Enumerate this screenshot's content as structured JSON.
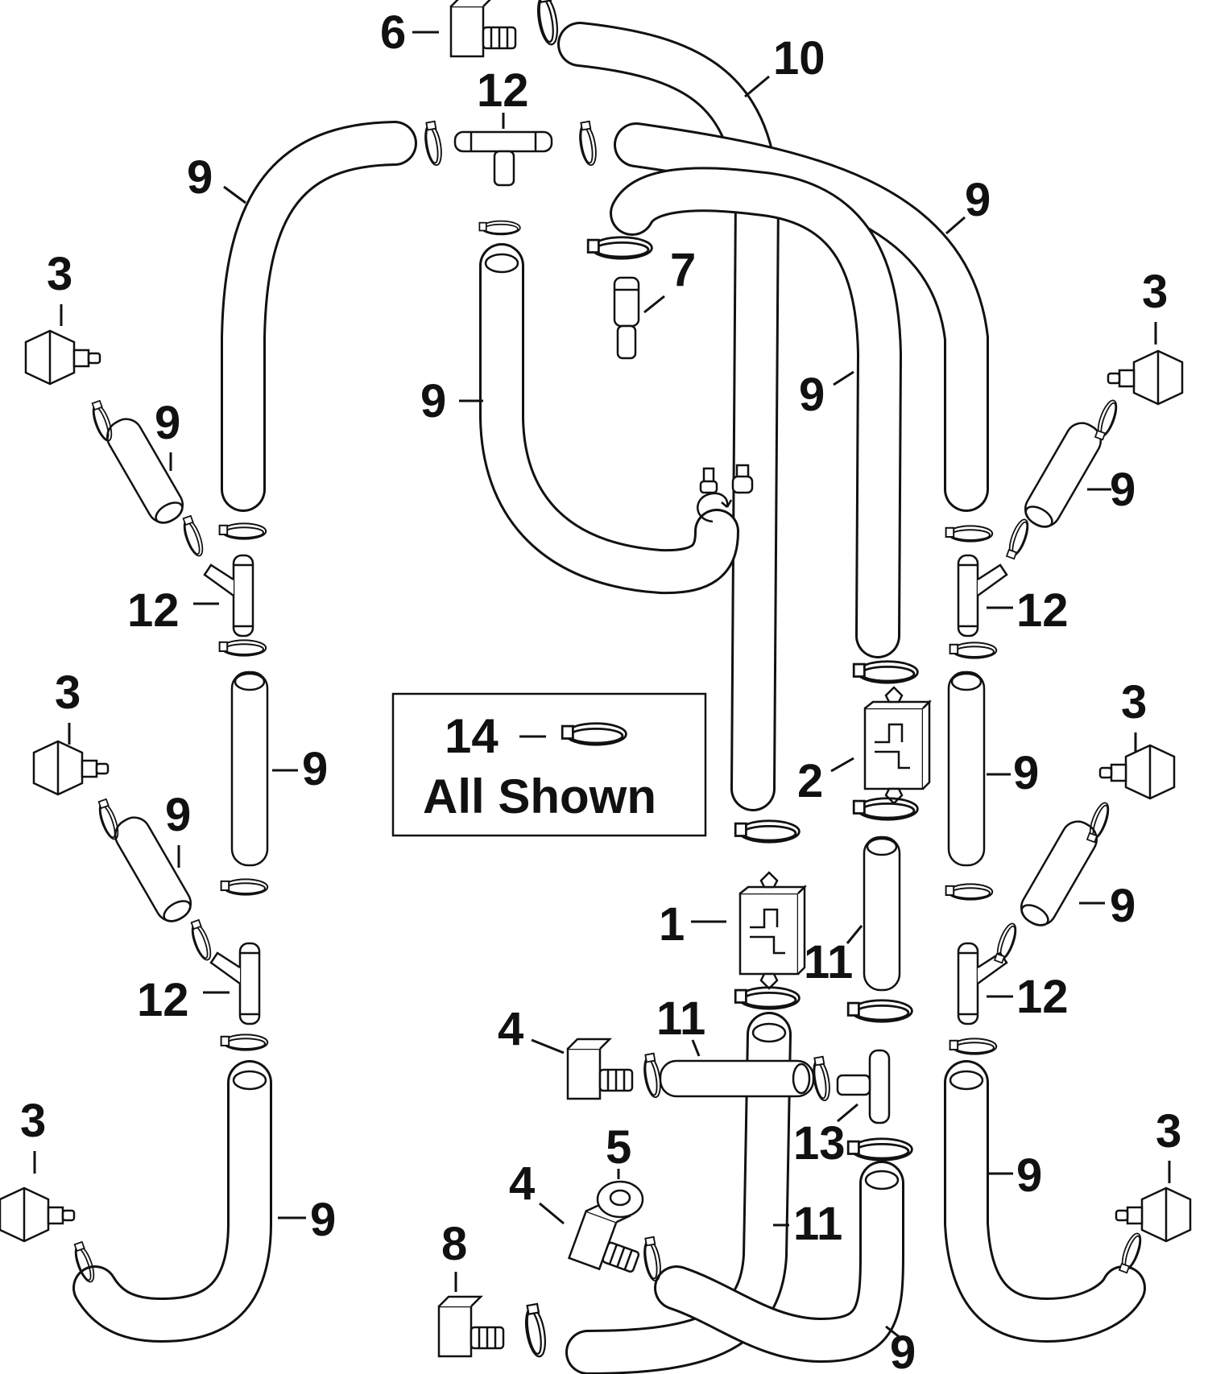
{
  "callouts": {
    "c1": "1",
    "c2": "2",
    "c3": "3",
    "c4": "4",
    "c5": "5",
    "c6": "6",
    "c7": "7",
    "c8": "8",
    "c9": "9",
    "c10": "10",
    "c11": "11",
    "c12": "12",
    "c13": "13",
    "c14": "14"
  },
  "note": {
    "number": "14",
    "text": "All Shown"
  }
}
